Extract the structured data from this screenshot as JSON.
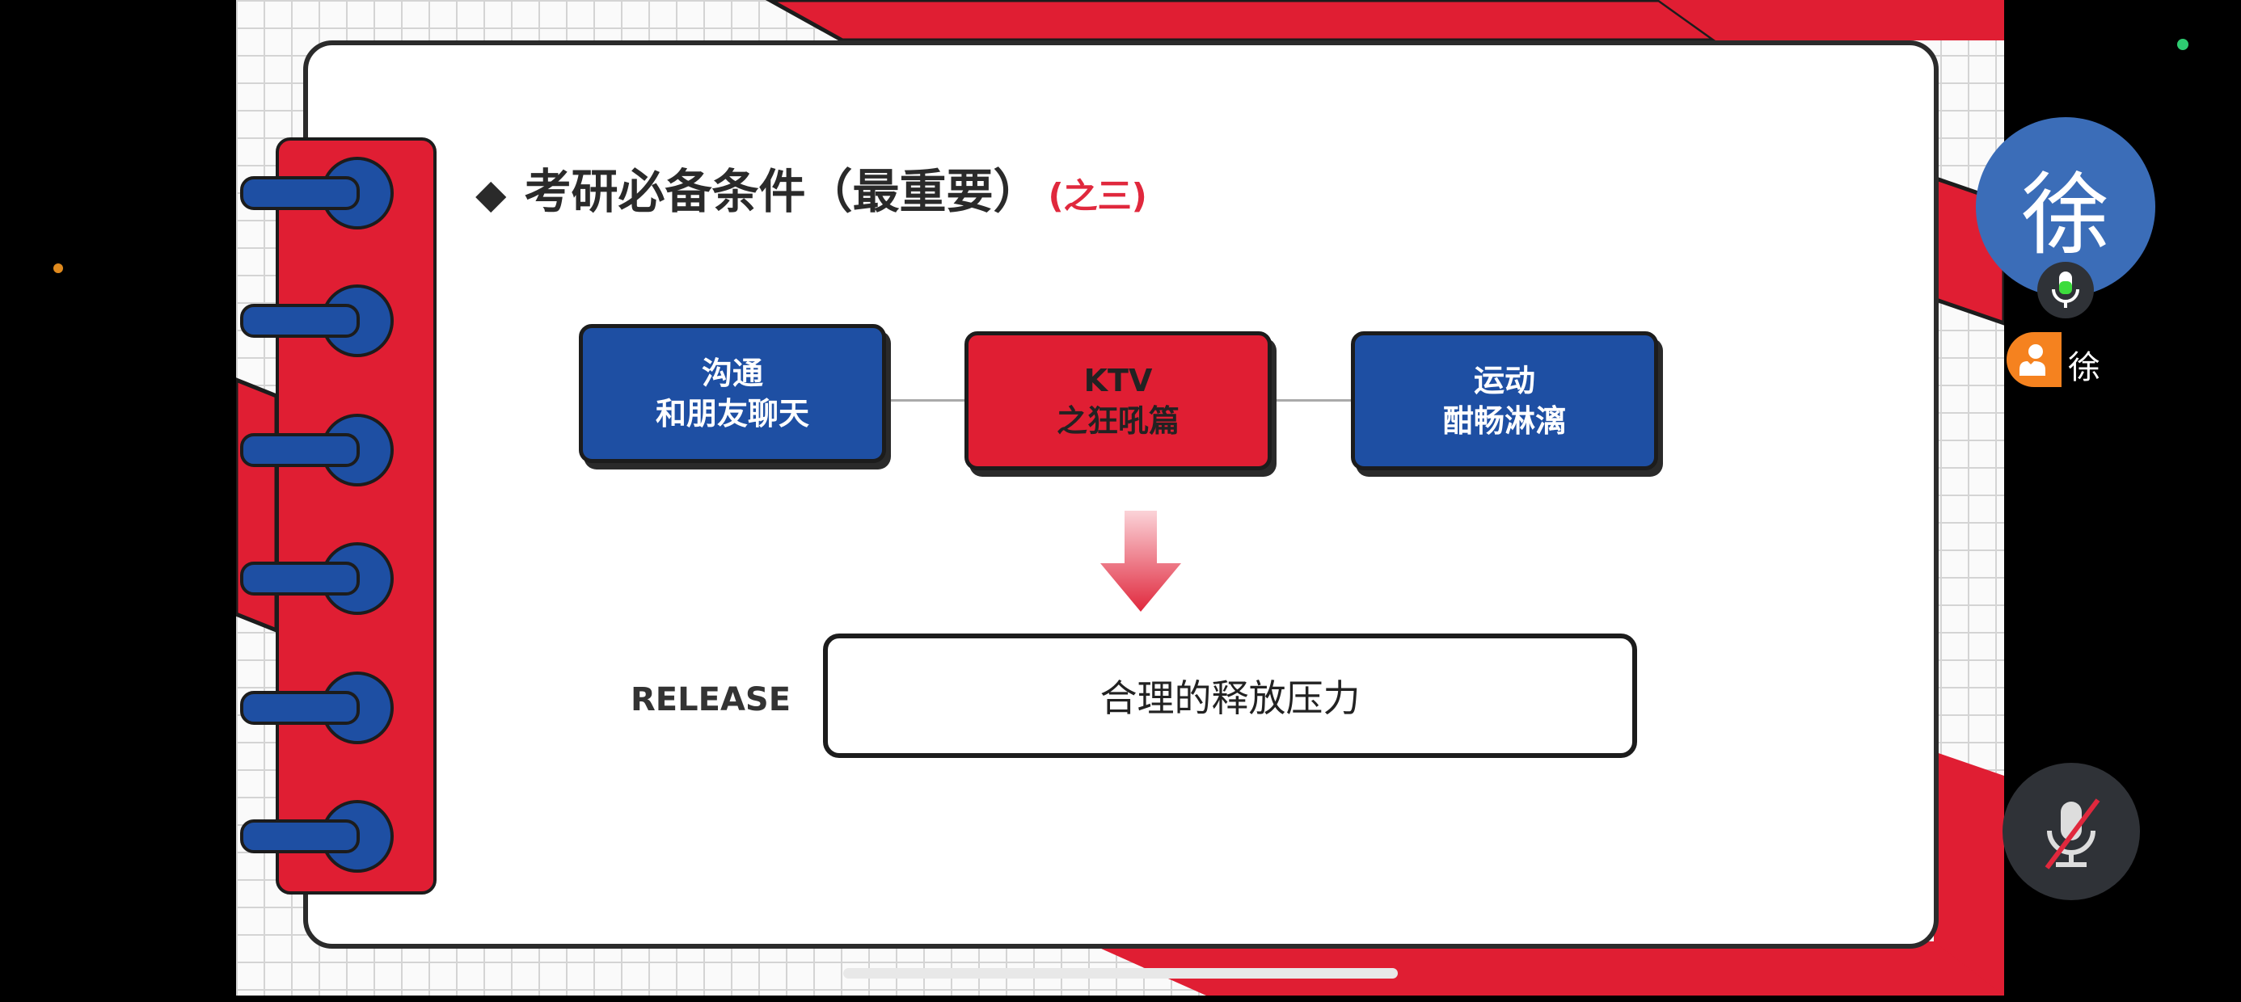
{
  "slide": {
    "title": "考研必备条件（最重要）",
    "title_suffix": "(之三)",
    "boxes": [
      {
        "line1": "沟通",
        "line2": "和朋友聊天",
        "color": "#1e4fa3"
      },
      {
        "line1": "KTV",
        "line2": "之狂吼篇",
        "color": "#e01e33"
      },
      {
        "line1": "运动",
        "line2": "酣畅淋漓",
        "color": "#1e4fa3"
      }
    ],
    "release_label": "RELEASE",
    "release_text": "合理的释放压力"
  },
  "participant": {
    "avatar_initial": "徐",
    "name": "徐"
  },
  "colors": {
    "accent_red": "#e01e33",
    "accent_blue": "#1e4fa3",
    "avatar": "#3b6db8",
    "badge": "#f5821f"
  }
}
